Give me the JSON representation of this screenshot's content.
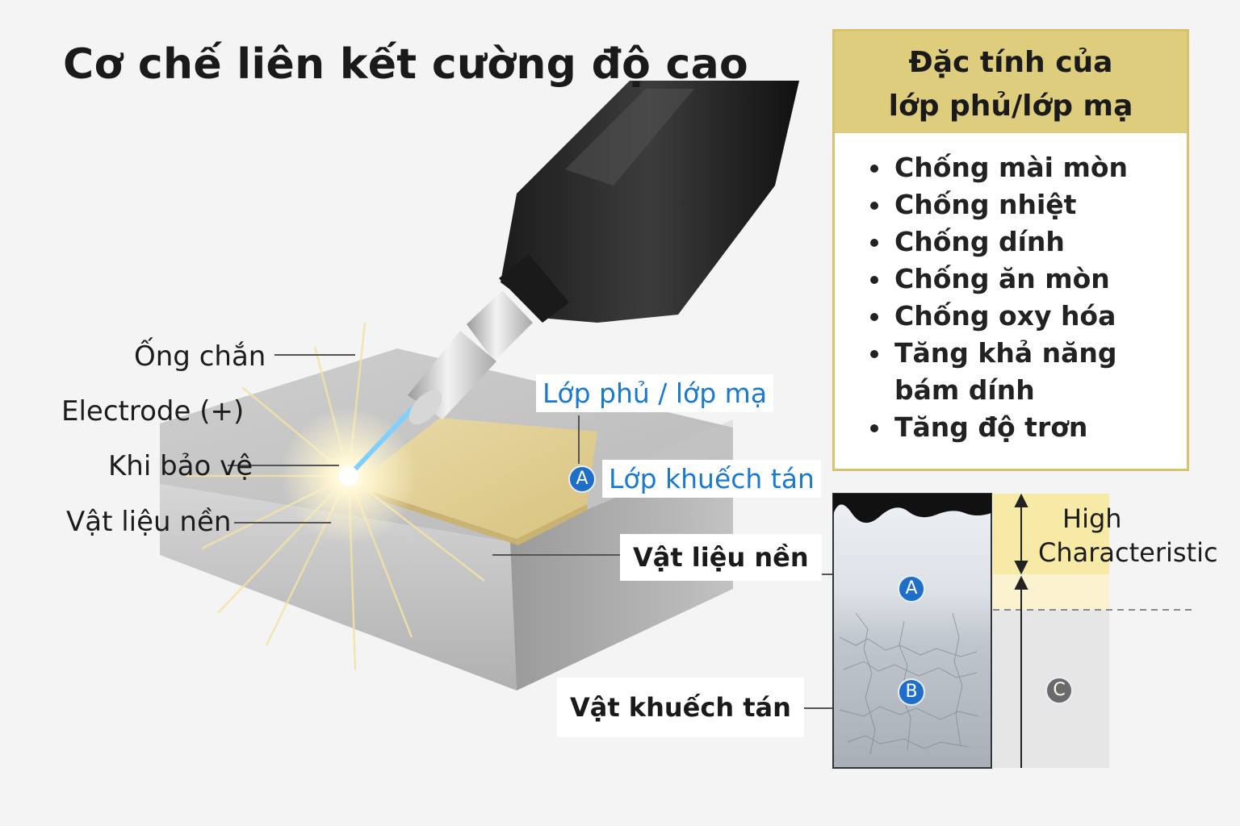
{
  "title": "Cơ chế liên kết cường độ cao",
  "left_labels": {
    "shield": "Ống chắn",
    "electrode": "Electrode (+)",
    "gas": "Khi bảo vệ",
    "base": "Vật liệu nền"
  },
  "coating_label": "Lớp phủ / lớp mạ",
  "diffusion_label": "Lớp khuếch tán",
  "base_material_label": "Vật liệu nền",
  "diffused_label": "Vật khuếch tán",
  "panel": {
    "title_line1": "Đặc tính của",
    "title_line2": "lớp phủ/lớp mạ",
    "items": [
      "Chống mài mòn",
      "Chống nhiệt",
      "Chống dính",
      "Chống ăn mòn",
      "Chống oxy hóa",
      "Tăng khả năng bám dính",
      "Tăng độ trơn"
    ]
  },
  "markers": {
    "a": "A",
    "b": "B",
    "c": "C"
  },
  "high_char_line1": "High",
  "high_char_line2": "Characteristic",
  "colors": {
    "coating": "#e3d29a",
    "panel_border": "#d8c36a",
    "panel_header": "#dfcd7e",
    "accent_blue": "#1a7ad1",
    "highlight": "#f7eaa6"
  }
}
